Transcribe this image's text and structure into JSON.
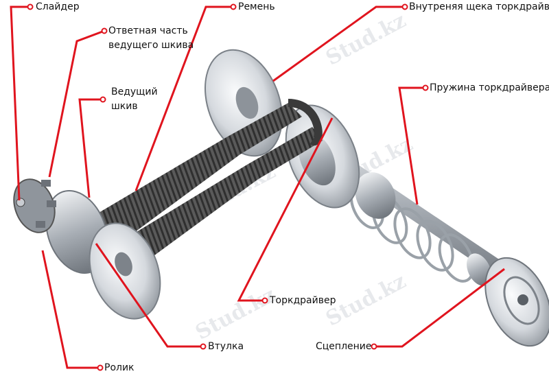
{
  "labels": {
    "slider": "Слайдер",
    "counter_pulley": [
      "Ответная часть",
      "ведущего шкива"
    ],
    "drive_pulley": [
      "Ведущий",
      "шкив"
    ],
    "belt": "Ремень",
    "inner_cheek": "Внутреняя щека торкдрайвера",
    "spring": "Пружина торкдрайвера",
    "torque_driver": "Торкдрайвер",
    "bushing": "Втулка",
    "roller": "Ролик",
    "clutch": "Сцепление"
  },
  "watermark": "Stud.kz",
  "colors": {
    "leader": "#e0141e",
    "metal": "#b9bec5",
    "belt": "#565656"
  }
}
